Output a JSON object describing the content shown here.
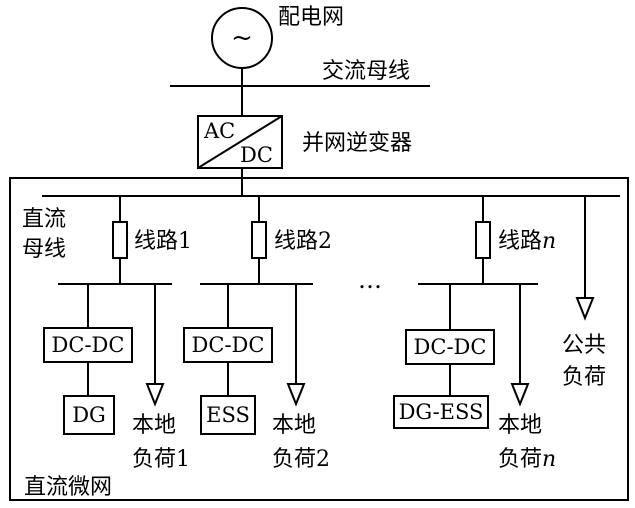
{
  "grid": {
    "label": "配电网",
    "source_symbol": "~",
    "ac_bus_label": "交流母线"
  },
  "inverter": {
    "ac": "AC",
    "dc": "DC",
    "label": "并网逆变器"
  },
  "dc_bus_label": [
    "直流",
    "母线"
  ],
  "microgrid_label": "直流微网",
  "ellipsis": "…",
  "feeders": [
    {
      "line_label": "线路",
      "line_suffix": "1",
      "converter": "DC-DC",
      "source": "DG",
      "load_label": [
        "本地",
        "负荷"
      ],
      "load_suffix": "1"
    },
    {
      "line_label": "线路",
      "line_suffix": "2",
      "converter": "DC-DC",
      "source": "ESS",
      "load_label": [
        "本地",
        "负荷"
      ],
      "load_suffix": "2"
    },
    {
      "line_label": "线路",
      "line_suffix": "n",
      "converter": "DC-DC",
      "source": "DG-ESS",
      "load_label": [
        "本地",
        "负荷"
      ],
      "load_suffix": "n"
    }
  ],
  "public_load": [
    "公共",
    "负荷"
  ],
  "colors": {
    "line": "#000000",
    "background": "#ffffff"
  }
}
